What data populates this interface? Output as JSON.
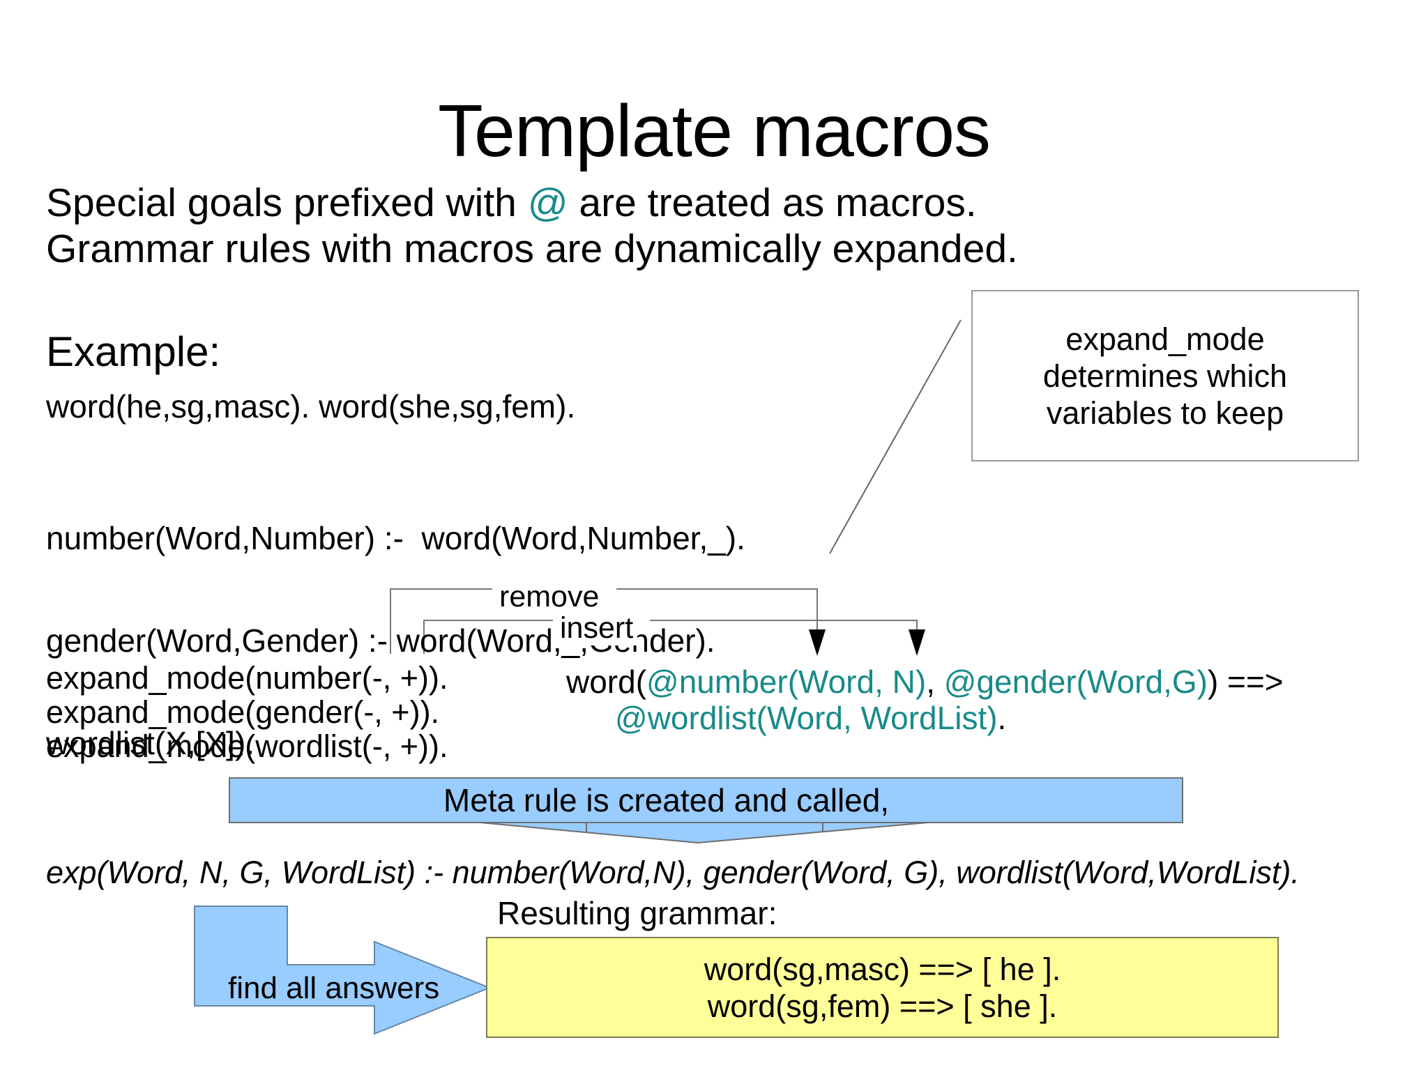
{
  "title": "Template macros",
  "intro": {
    "line1_pre": "Special goals prefixed with ",
    "at_symbol": "@",
    "line1_post": " are treated as macros.",
    "line2": "Grammar rules with macros are dynamically expanded."
  },
  "example": {
    "heading": "Example:",
    "facts": "word(he,sg,masc). word(she,sg,fem).",
    "rules": [
      "number(Word,Number) :-  word(Word,Number,_).",
      "gender(Word,Gender) :- word(Word,_,Gender).",
      "wordlist(X,[X])."
    ]
  },
  "note_box": {
    "line1": "expand_mode",
    "line2": "determines which",
    "line3": "variables to keep"
  },
  "annotations": {
    "remove_label": "remove",
    "insert_label": "insert"
  },
  "expand_modes": [
    "expand_mode(number(-, +)).",
    "expand_mode(gender(-, +)).",
    "expand_mode(wordlist(-, +))."
  ],
  "macro_rule": {
    "head": "word(",
    "arg1": "@number(Word, N)",
    "separator": ", ",
    "arg2": "@gender(Word,G)",
    "tail": ") ==>",
    "line2": "@wordlist(Word, WordList)",
    "line2_end": "."
  },
  "banner": {
    "text": "Meta rule is created and called,"
  },
  "meta_rule": "exp(Word, N, G, WordList) :- number(Word,N), gender(Word, G), wordlist(Word,WordList).",
  "find_arrow": {
    "label": "find all answers"
  },
  "result": {
    "heading": "Resulting grammar:",
    "line1": "word(sg,masc) ==> [ he ].",
    "line2": "word(sg,fem) ==> [ she ]."
  },
  "colors": {
    "macro_teal": "#188a8a",
    "shape_blue": "#99ccff",
    "result_yellow": "#ffff99"
  }
}
